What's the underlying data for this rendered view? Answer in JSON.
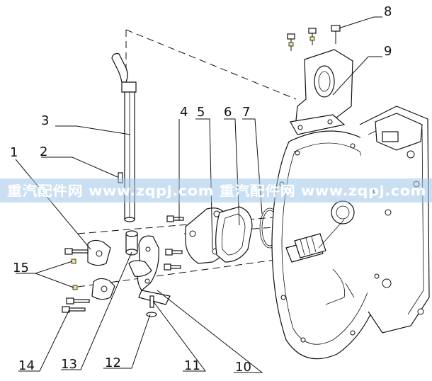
{
  "watermark": {
    "text": "重汽配件网 www.zqpj.com 重汽配件网 www.zqpj.com",
    "band_color": "#9ec6e8"
  },
  "callouts": [
    "1",
    "2",
    "3",
    "4",
    "5",
    "6",
    "7",
    "8",
    "9",
    "10",
    "11",
    "12",
    "13",
    "14",
    "15"
  ],
  "colors": {
    "line": "#111111",
    "bolt_tip": "#f3e48a",
    "background": "#ffffff"
  }
}
